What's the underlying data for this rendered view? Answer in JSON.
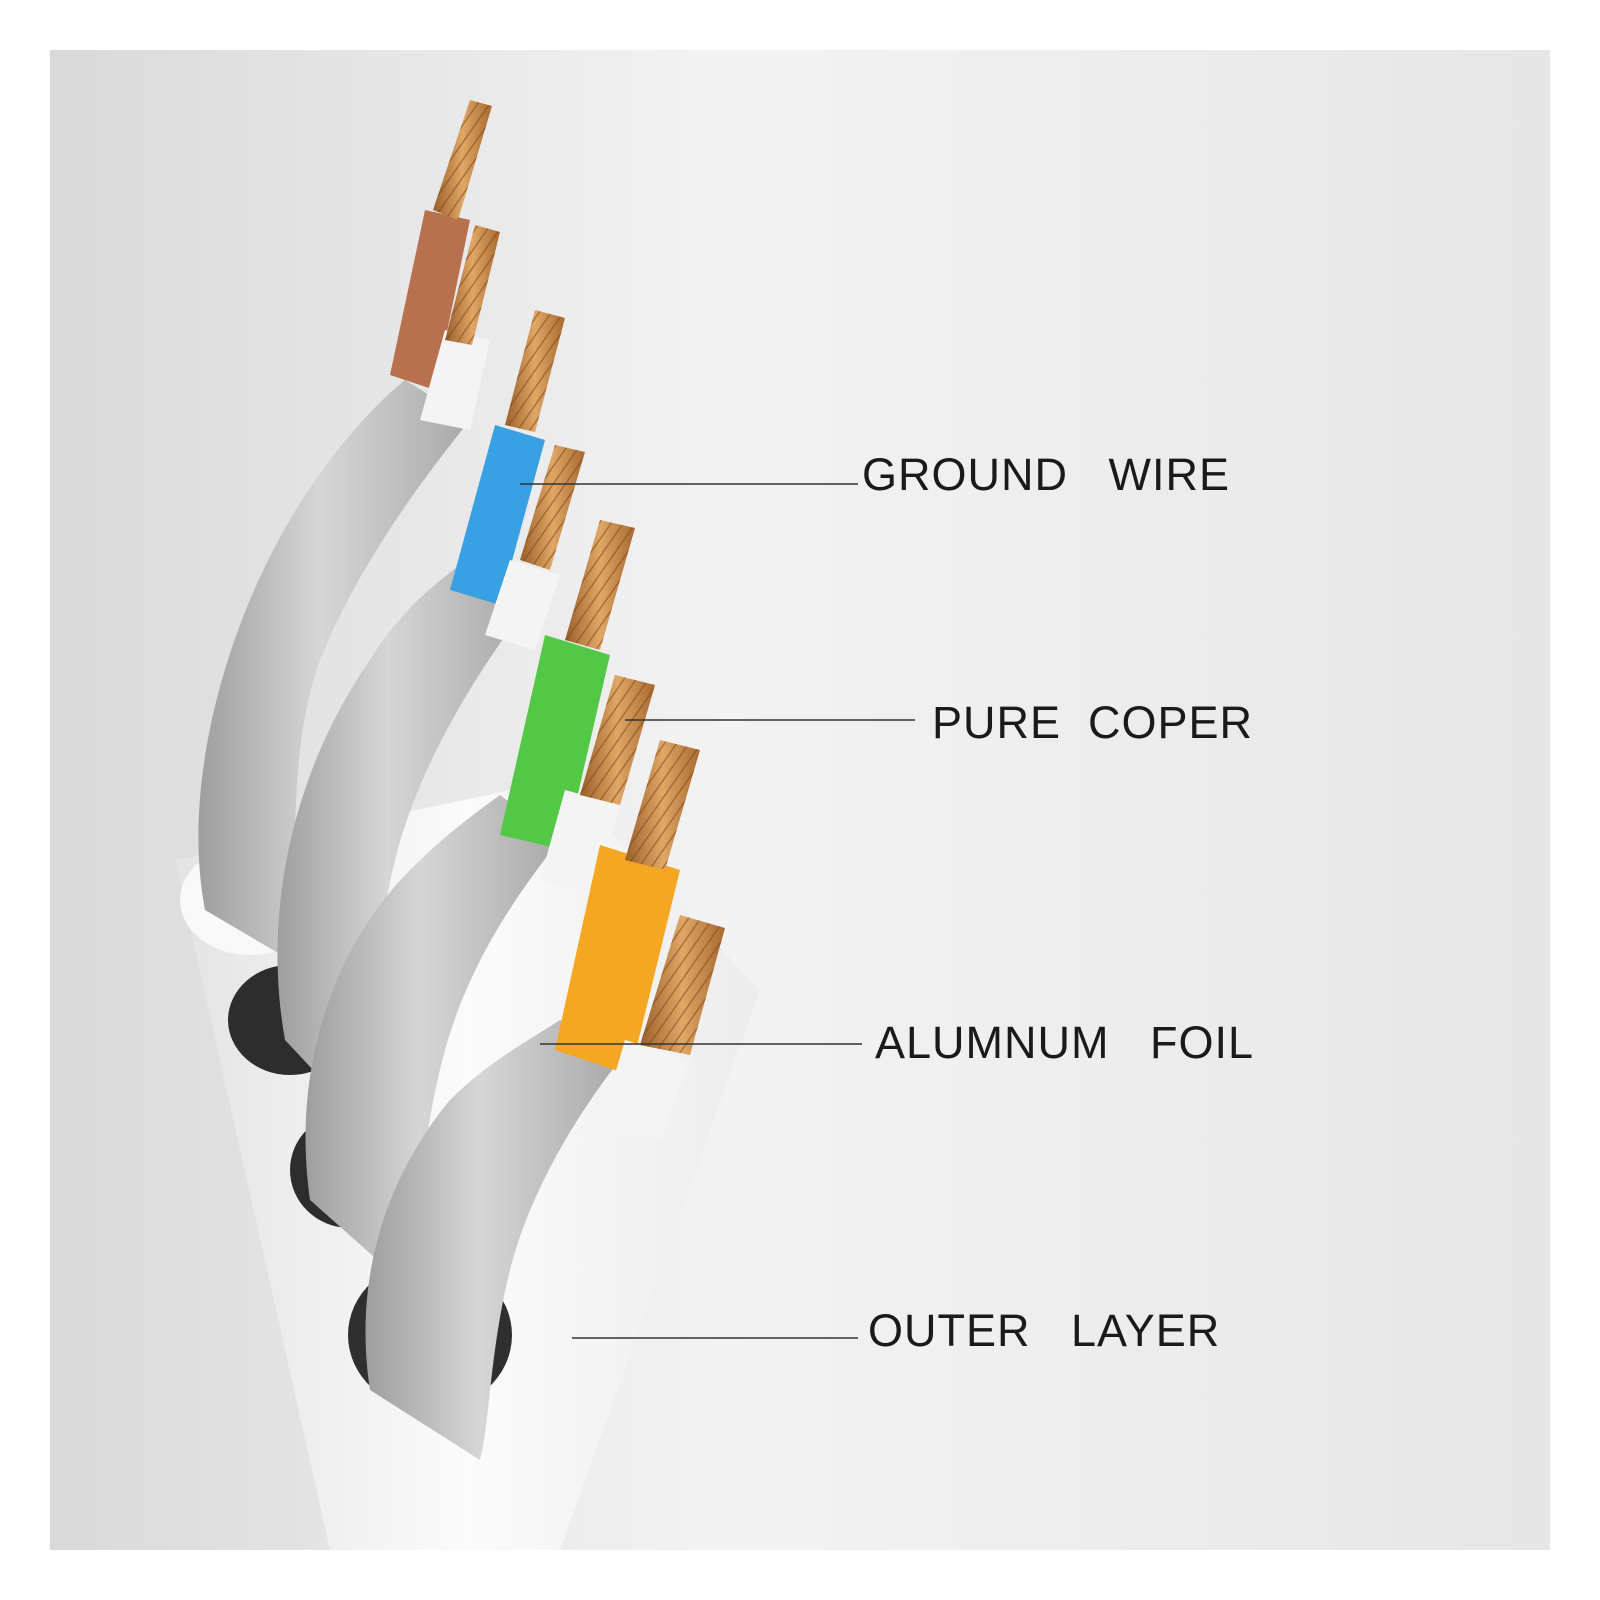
{
  "callouts": [
    {
      "id": "ground-wire",
      "text": "GROUND   WIRE"
    },
    {
      "id": "pure-copper",
      "text": "PURE  COPER"
    },
    {
      "id": "aluminum-foil",
      "text": "ALUMNUM   FOIL"
    },
    {
      "id": "outer-layer",
      "text": "OUTER   LAYER"
    }
  ],
  "colors": {
    "background_light": "#f2f2f2",
    "background_shade": "#dedede",
    "jacket": "#f7f7f7",
    "foil": "#b8b8b8",
    "copper": "#c98a4a",
    "brown": "#b7714f",
    "blue": "#3aa0e4",
    "green": "#53c847",
    "orange": "#f5a623",
    "white_insulation": "#f4f4f4"
  }
}
